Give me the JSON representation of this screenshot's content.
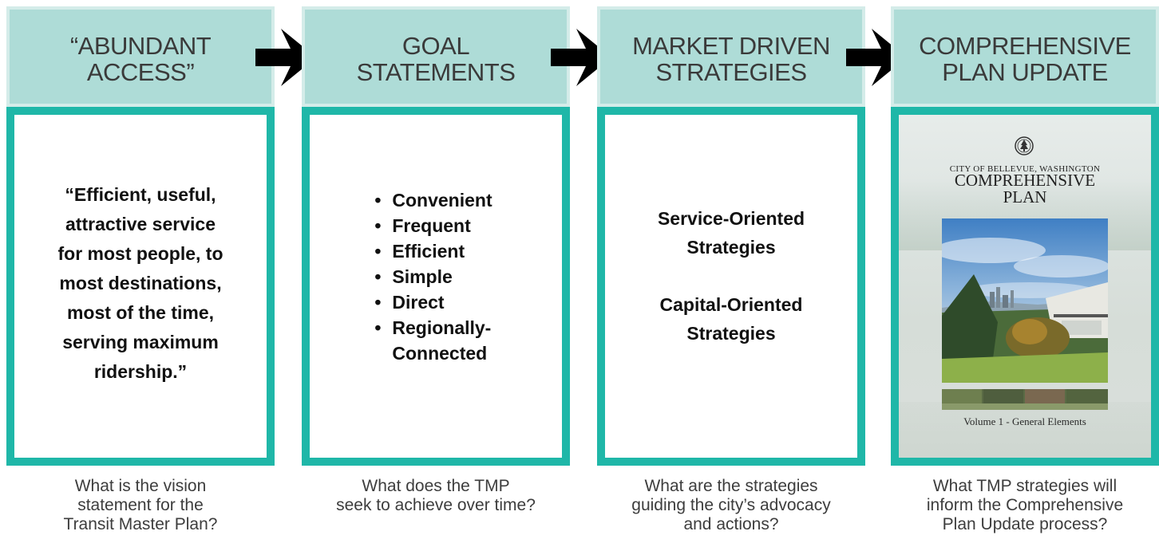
{
  "columns": [
    {
      "header": "“ABUNDANT\nACCESS”",
      "content": "“Efficient, useful,\nattractive service\nfor most people, to\nmost destinations,\nmost of the time,\nserving maximum\nridership.”",
      "caption": "What is the vision\nstatement for the\nTransit Master Plan?"
    },
    {
      "header": "GOAL\nSTATEMENTS",
      "bullets": [
        "Convenient",
        "Frequent",
        "Efficient",
        "Simple",
        "Direct",
        "Regionally-\nConnected"
      ],
      "caption": "What does the TMP\nseek to achieve over time?"
    },
    {
      "header": "MARKET DRIVEN\nSTRATEGIES",
      "strategies": [
        "Service-Oriented\nStrategies",
        "Capital-Oriented\nStrategies"
      ],
      "caption": "What are the strategies\nguiding the city’s advocacy\nand actions?"
    },
    {
      "header": "COMPREHENSIVE\nPLAN UPDATE",
      "cover": {
        "subtitle": "CITY OF BELLEVUE, WASHINGTON",
        "title": "COMPREHENSIVE\nPLAN",
        "volume": "Volume 1 - General Elements"
      },
      "caption": "What TMP strategies will\ninform the Comprehensive\nPlan Update process?"
    }
  ],
  "colors": {
    "header_fill": "#aedcd7",
    "header_border": "#d4ece9",
    "box_border": "#1fb7a8",
    "arrow": "#000000"
  },
  "icons": [
    "right-arrow-icon",
    "city-seal-icon"
  ]
}
